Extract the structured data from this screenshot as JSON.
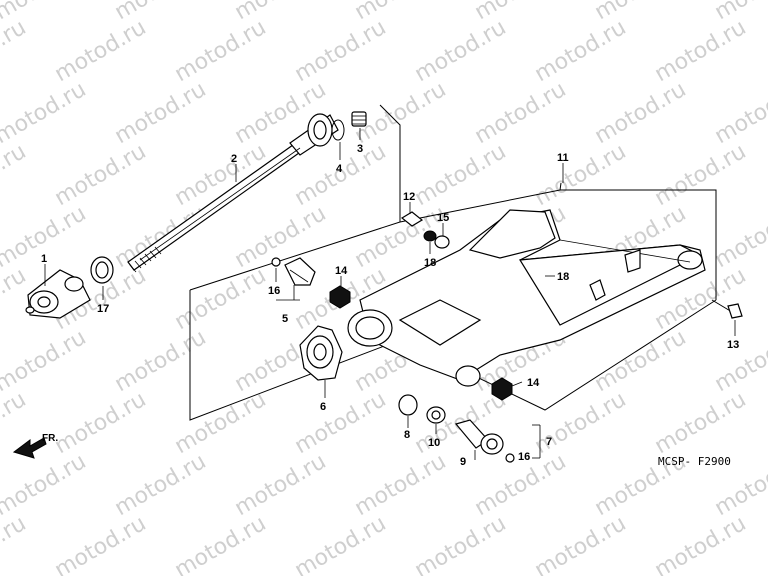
{
  "watermark": "motod.ru",
  "diagram_code": "MCSP- F2900",
  "front_indicator": "FR.",
  "callouts": {
    "p1": "1",
    "p2": "2",
    "p3": "3",
    "p4": "4",
    "p5": "5",
    "p6": "6",
    "p7": "7",
    "p8": "8",
    "p9": "9",
    "p10": "10",
    "p11": "11",
    "p12": "12",
    "p13": "13",
    "p14a": "14",
    "p14b": "14",
    "p15": "15",
    "p16a": "16",
    "p16b": "16",
    "p17": "17",
    "p18a": "18",
    "p18b": "18"
  }
}
